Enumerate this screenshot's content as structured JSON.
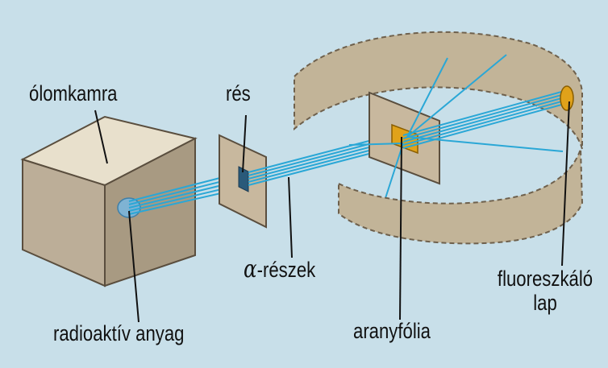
{
  "labels": {
    "lead_chamber": "ólomkamra",
    "slit": "rés",
    "alpha_symbol": "α",
    "alpha_particles": "-részek",
    "radioactive_material": "radioaktív anyag",
    "gold_foil": "aranyfólia",
    "fluorescent_line1": "fluoreszkáló",
    "fluorescent_line2": "lap"
  },
  "colors": {
    "background": "#c8dfe9",
    "box_front": "#bcae98",
    "box_top": "#e8e0cc",
    "box_side": "#a89a82",
    "plate": "#c8b89e",
    "screen_band": "#c2b498",
    "beam": "#2aa7d6",
    "gold": "#e0a21a",
    "source": "#7fb3d3"
  }
}
